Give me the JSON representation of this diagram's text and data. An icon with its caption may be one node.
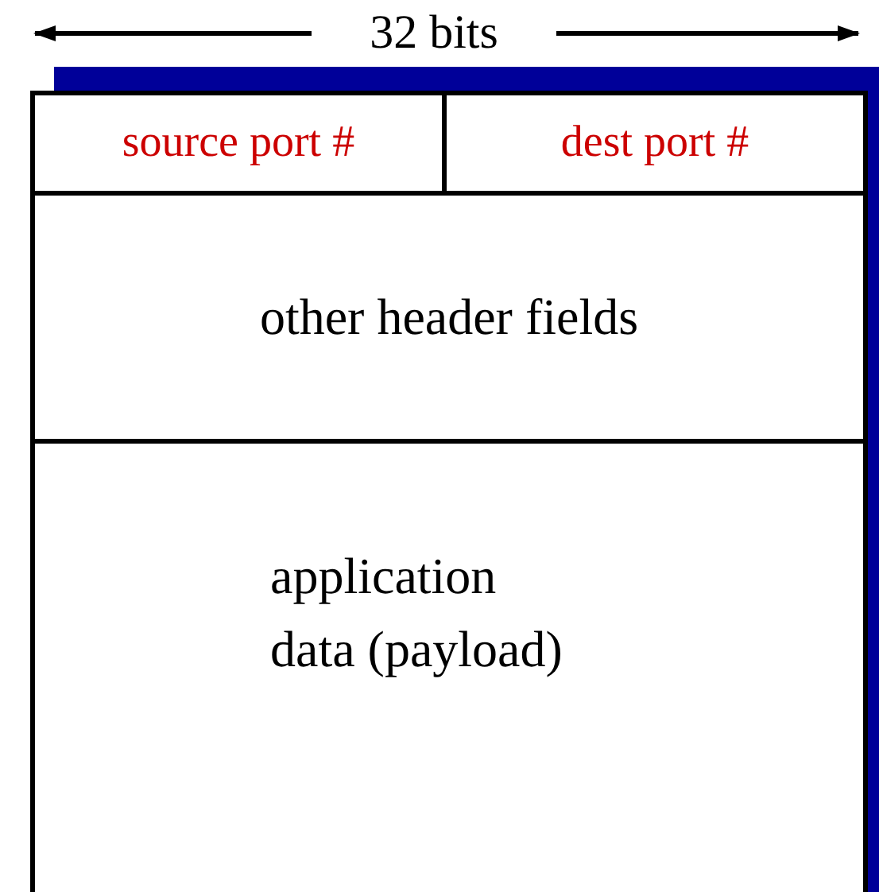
{
  "diagram": {
    "nodes": [
      {
        "text": [
          "source port #"
        ]
      },
      {
        "text": [
          "dest port #"
        ]
      },
      {
        "text": [
          "other header fields"
        ]
      },
      {
        "text": [
          "application data (payload)"
        ]
      }
    ],
    "labels": [
      "32 bits"
    ]
  }
}
